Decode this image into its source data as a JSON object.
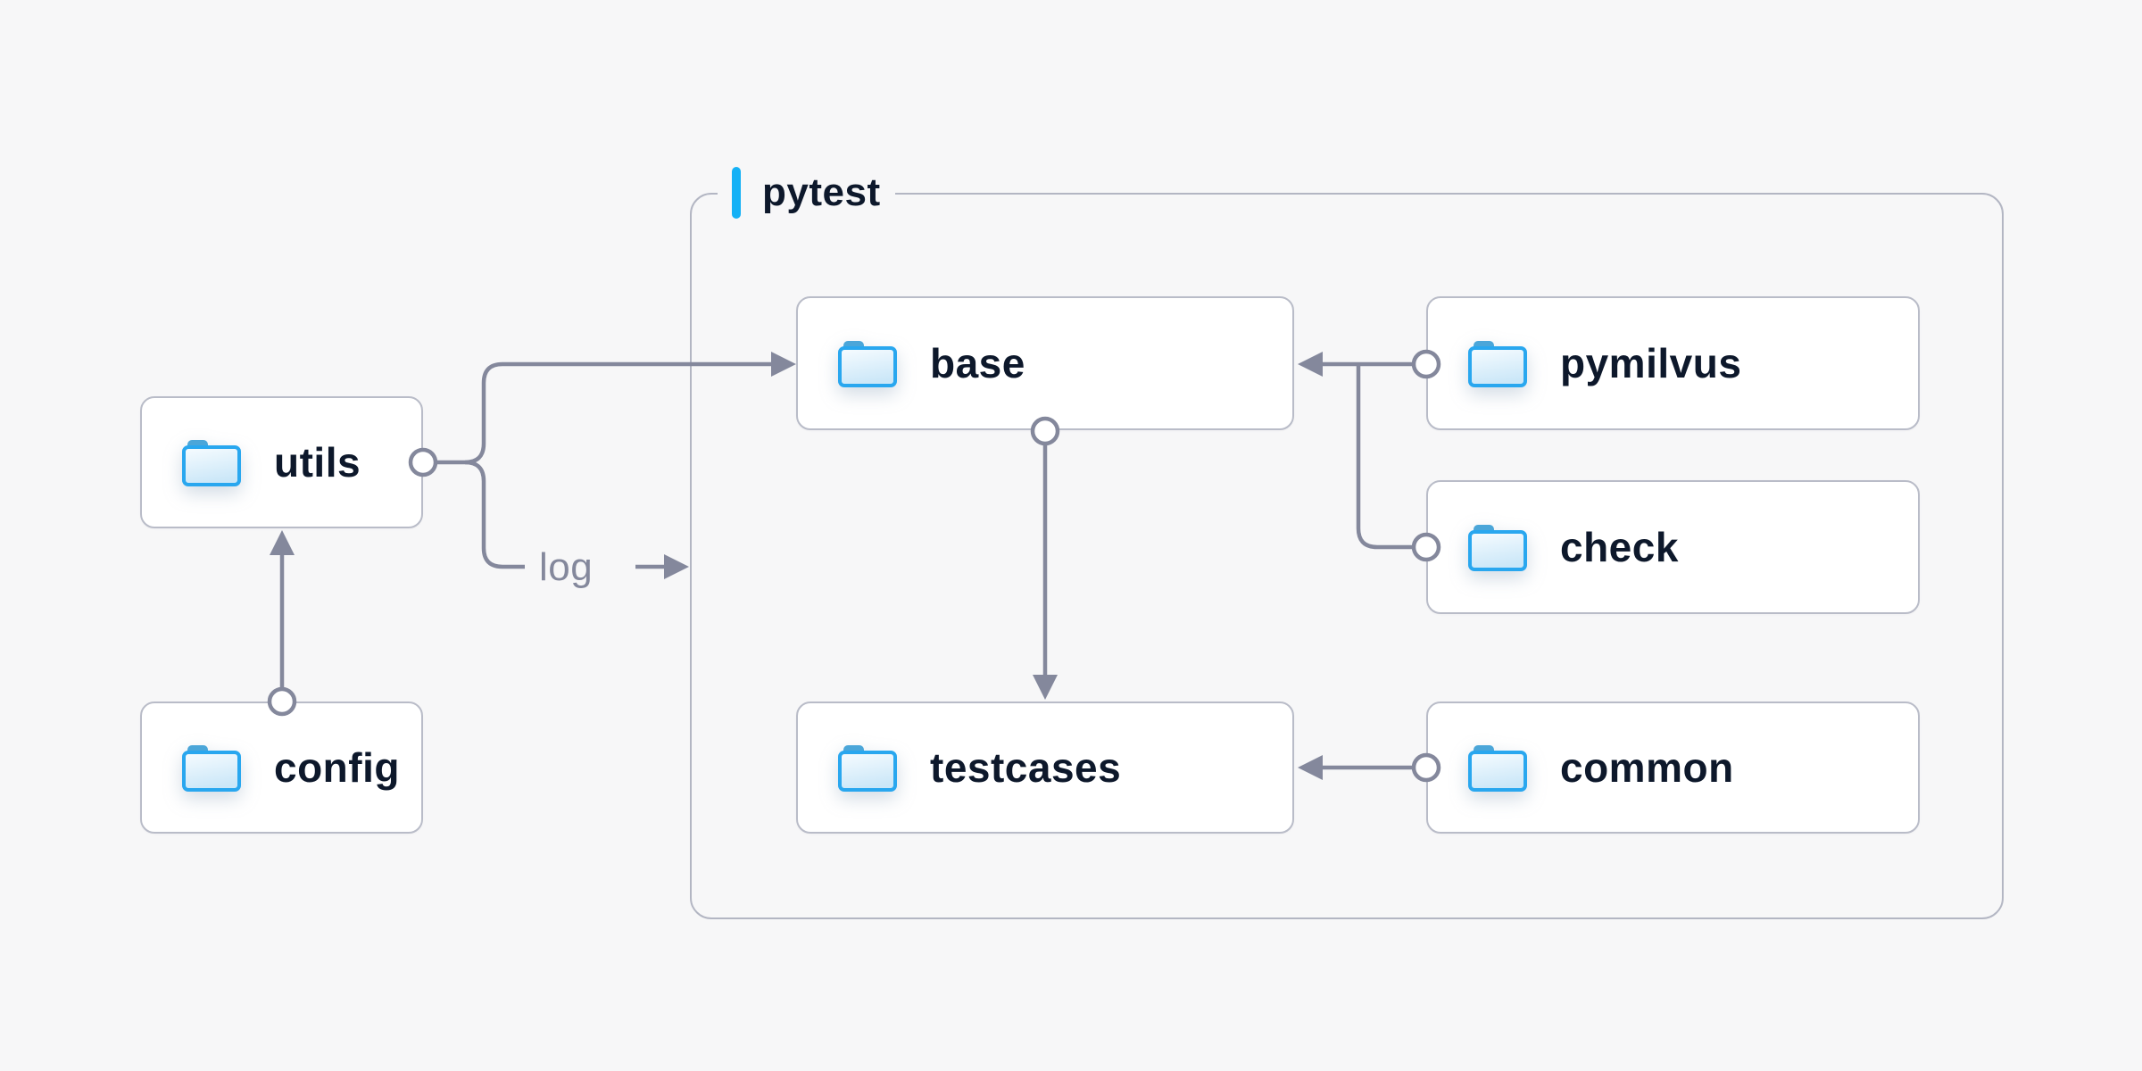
{
  "container": {
    "label": "pytest"
  },
  "nodes": [
    {
      "id": "utils",
      "label": "utils",
      "icon": "folder-icon"
    },
    {
      "id": "config",
      "label": "config",
      "icon": "folder-icon"
    },
    {
      "id": "base",
      "label": "base",
      "icon": "folder-icon"
    },
    {
      "id": "pymilvus",
      "label": "pymilvus",
      "icon": "folder-icon"
    },
    {
      "id": "check",
      "label": "check",
      "icon": "folder-icon"
    },
    {
      "id": "testcases",
      "label": "testcases",
      "icon": "folder-icon"
    },
    {
      "id": "common",
      "label": "common",
      "icon": "folder-icon"
    }
  ],
  "labels": {
    "log": "log"
  },
  "edges": [
    {
      "from": "utils",
      "to": "base",
      "label": ""
    },
    {
      "from": "utils",
      "to": "pytest",
      "label": "log"
    },
    {
      "from": "config",
      "to": "utils",
      "label": ""
    },
    {
      "from": "pymilvus",
      "to": "base",
      "label": ""
    },
    {
      "from": "check",
      "to": "base",
      "label": ""
    },
    {
      "from": "base",
      "to": "testcases",
      "label": ""
    },
    {
      "from": "common",
      "to": "testcases",
      "label": ""
    }
  ],
  "colors": {
    "background": "#f7f7f8",
    "node_background": "#ffffff",
    "node_border": "#b9bcc8",
    "container_border": "#b3b6c3",
    "text": "#0d182b",
    "connector": "#84889c",
    "accent_bar": "#14b1f6",
    "folder_outline": "#29a7ef",
    "folder_tab": "#4ba6d9"
  }
}
